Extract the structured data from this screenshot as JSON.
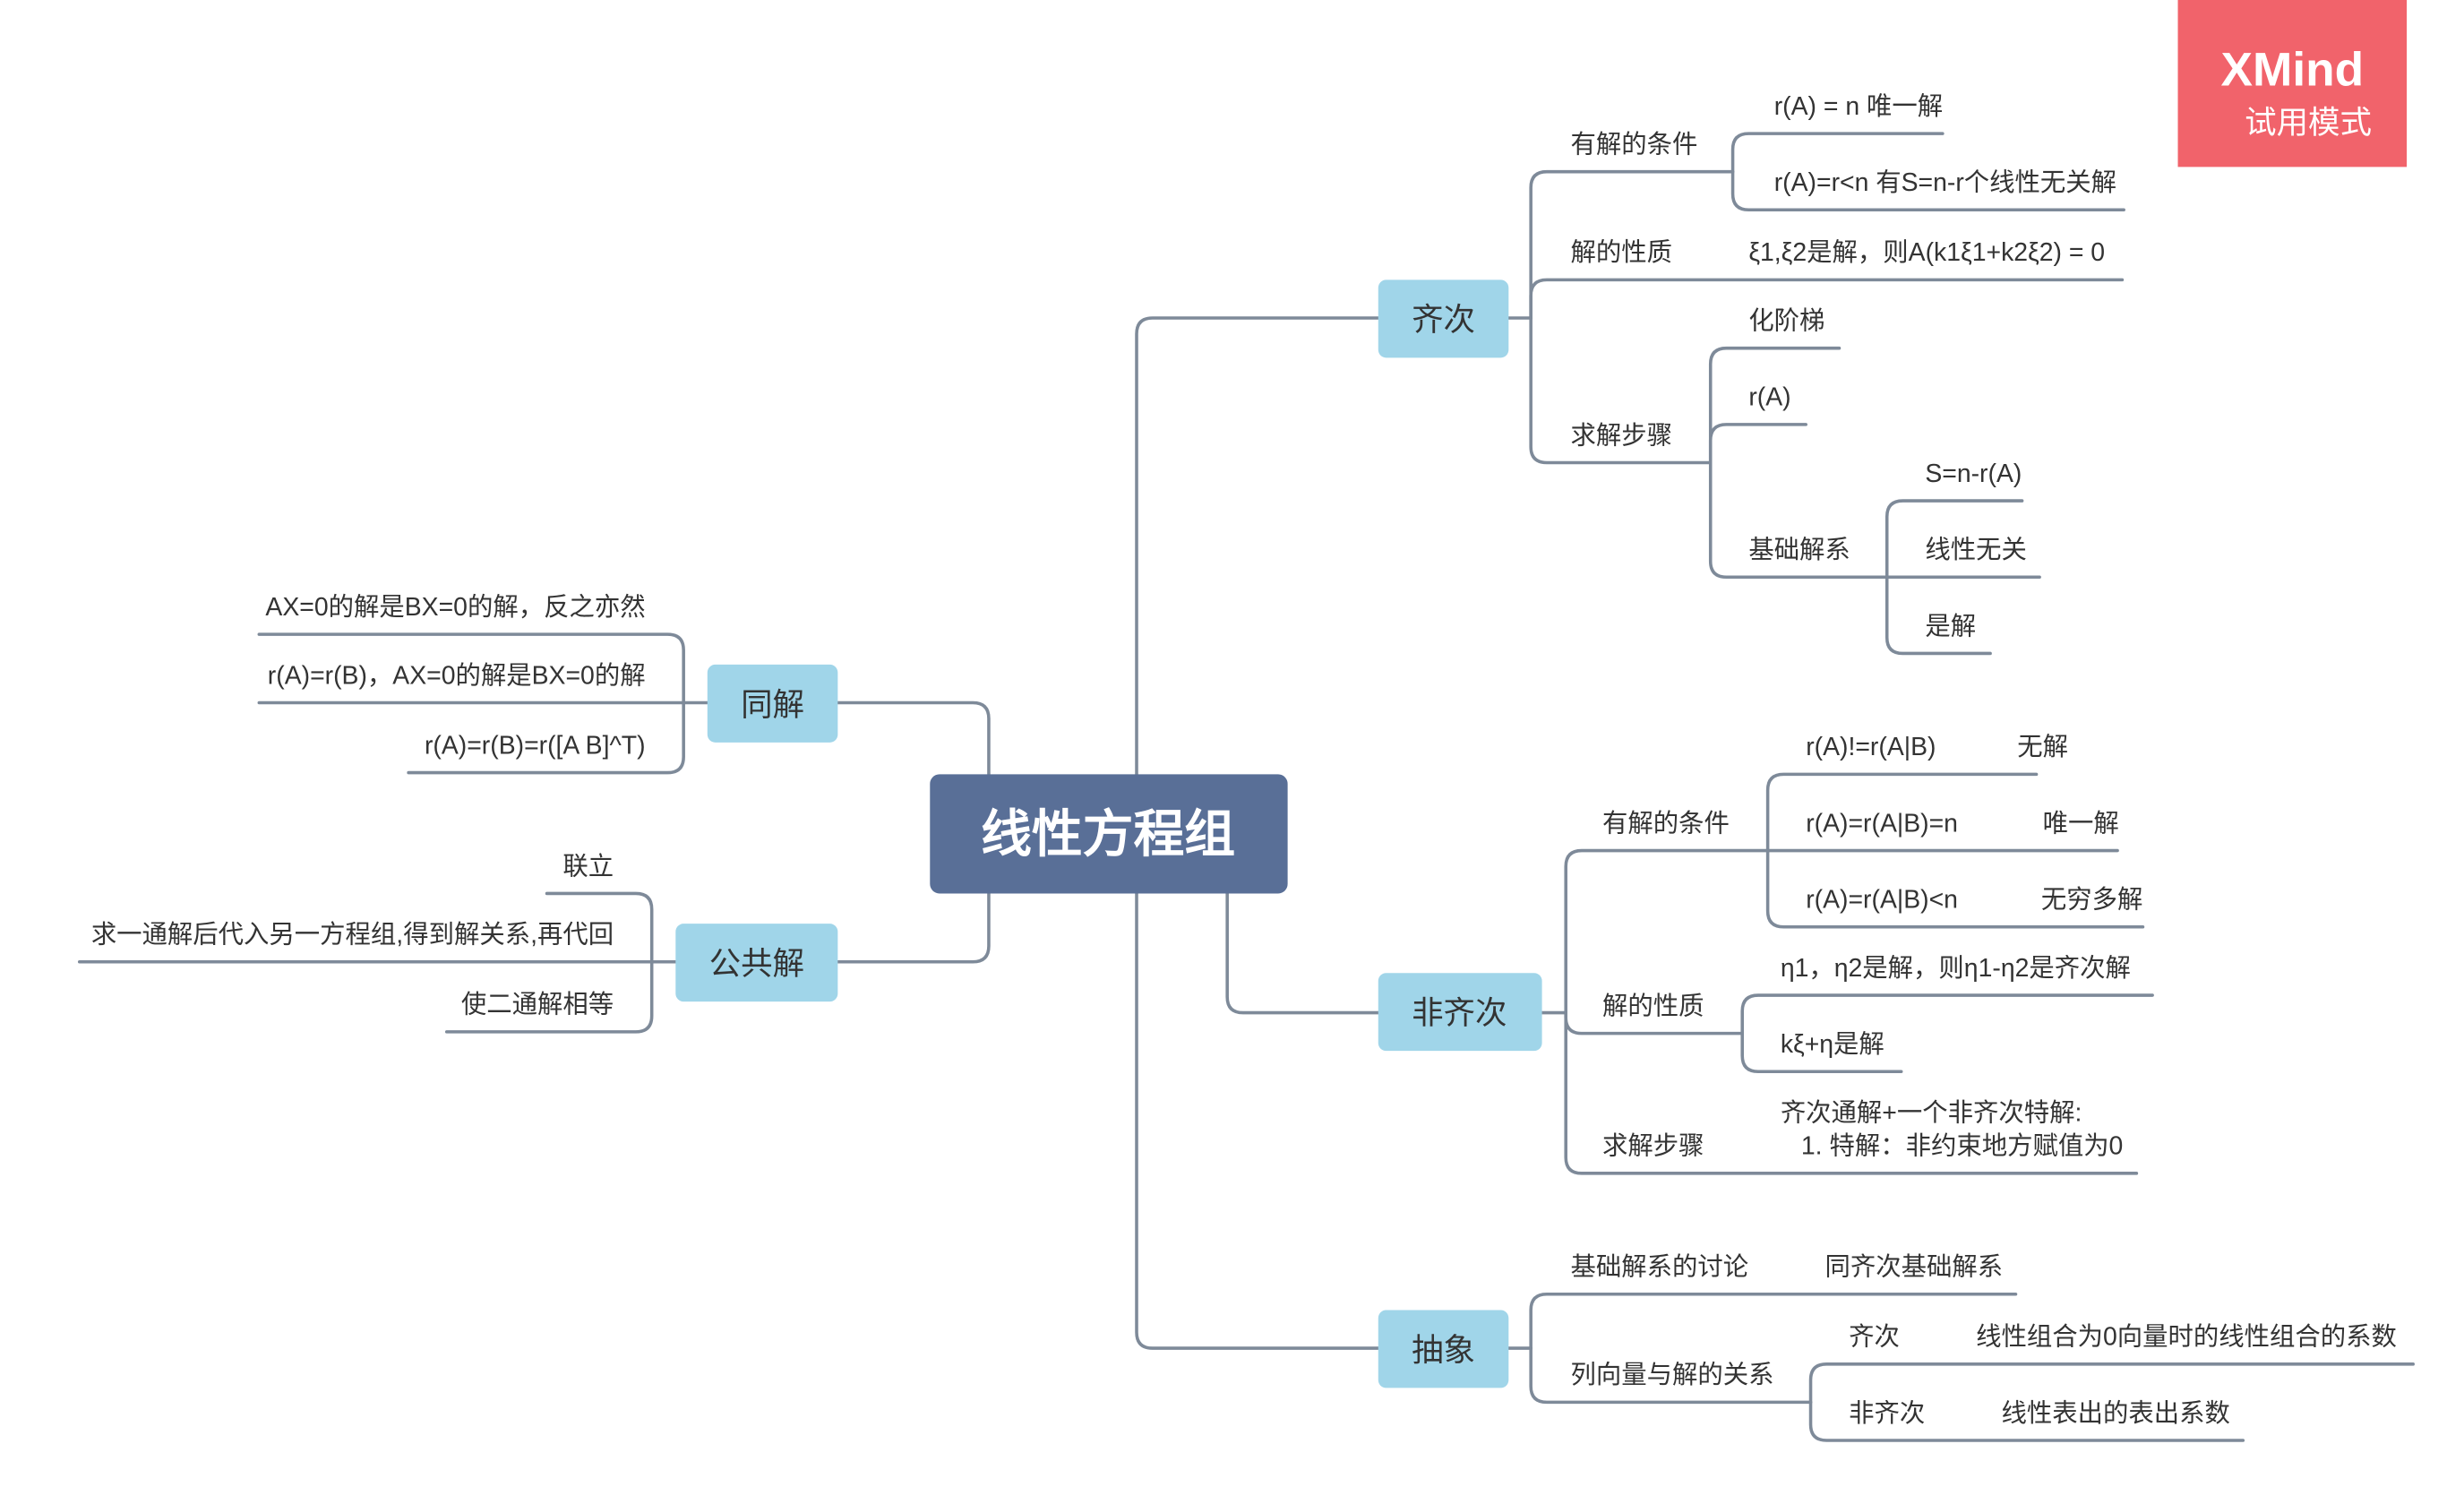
{
  "watermark": {
    "title": "XMind",
    "subtitle": "试用模式"
  },
  "colors": {
    "central_topic": "#596f97",
    "main_topic": "#a0d5e9",
    "connector": "#7e8a99",
    "text": "#333333",
    "watermark": "#f1636b"
  },
  "map": {
    "central_topic": "线性方程组",
    "right_branches": [
      {
        "label": "齐次",
        "subtopics": [
          {
            "label": "有解的条件",
            "children": [
              {
                "label": "r(A) = n 唯一解"
              },
              {
                "label": "r(A)=r<n 有S=n-r个线性无关解"
              }
            ]
          },
          {
            "label": "解的性质",
            "children": [
              {
                "label": "ξ1,ξ2是解，则A(k1ξ1+k2ξ2) = 0"
              }
            ]
          },
          {
            "label": "求解步骤",
            "children": [
              {
                "label": "化阶梯"
              },
              {
                "label": "r(A)"
              },
              {
                "label": "基础解系",
                "children": [
                  {
                    "label": "S=n-r(A)"
                  },
                  {
                    "label": "线性无关"
                  },
                  {
                    "label": "是解"
                  }
                ]
              }
            ]
          }
        ]
      },
      {
        "label": "非齐次",
        "subtopics": [
          {
            "label": "有解的条件",
            "children": [
              {
                "label": "r(A)!=r(A|B)",
                "children": [
                  {
                    "label": "无解"
                  }
                ]
              },
              {
                "label": "r(A)=r(A|B)=n",
                "children": [
                  {
                    "label": "唯一解"
                  }
                ]
              },
              {
                "label": "r(A)=r(A|B)<n",
                "children": [
                  {
                    "label": "无穷多解"
                  }
                ]
              }
            ]
          },
          {
            "label": "解的性质",
            "children": [
              {
                "label": "η1，η2是解，则η1-η2是齐次解"
              },
              {
                "label": "kξ+η是解"
              }
            ]
          },
          {
            "label": "求解步骤",
            "children": [
              {
                "lines": [
                  "齐次通解+一个非齐次特解:",
                  "1. 特解：非约束地方赋值为0"
                ]
              }
            ]
          }
        ]
      },
      {
        "label": "抽象",
        "subtopics": [
          {
            "label": "基础解系的讨论",
            "children": [
              {
                "label": "同齐次基础解系"
              }
            ]
          },
          {
            "label": "列向量与解的关系",
            "children": [
              {
                "label": "齐次",
                "children": [
                  {
                    "label": "线性组合为0向量时的线性组合的系数"
                  }
                ]
              },
              {
                "label": "非齐次",
                "children": [
                  {
                    "label": "线性表出的表出系数"
                  }
                ]
              }
            ]
          }
        ]
      }
    ],
    "left_branches": [
      {
        "label": "同解",
        "subtopics": [
          {
            "label": "AX=0的解是BX=0的解，反之亦然"
          },
          {
            "label": "r(A)=r(B)，AX=0的解是BX=0的解"
          },
          {
            "label": "r(A)=r(B)=r([A B]^T)"
          }
        ]
      },
      {
        "label": "公共解",
        "subtopics": [
          {
            "label": "联立"
          },
          {
            "label": "求一通解后代入另一方程组,得到解关系,再代回"
          },
          {
            "label": "使二通解相等"
          }
        ]
      }
    ]
  }
}
